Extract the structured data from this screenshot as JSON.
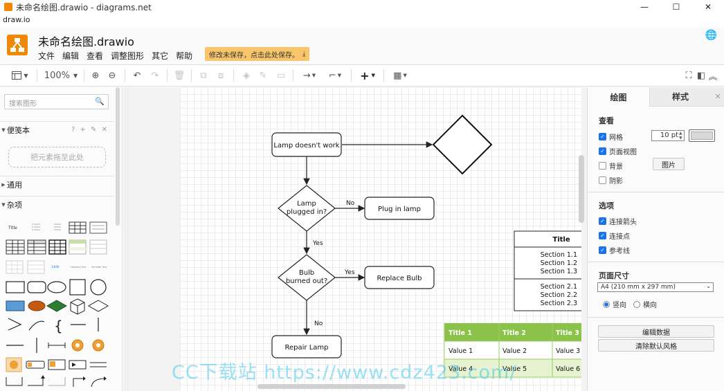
{
  "window": {
    "title": "未命名绘图.drawio - diagrams.net",
    "address": "draw.io",
    "min": "—",
    "max": "☐",
    "close": "✕"
  },
  "header": {
    "doc_title": "未命名绘图.drawio",
    "menu": [
      "文件",
      "编辑",
      "查看",
      "调整图形",
      "其它",
      "帮助"
    ],
    "unsaved_notice": "修改未保存，点击此处保存。"
  },
  "toolbar": {
    "zoom": "100%"
  },
  "sidebar": {
    "search_placeholder": "搜索图形",
    "scratchpad": "便笺本",
    "scratchpad_controls": "? + ✎ ✕",
    "dropzone": "把元素拖至此处",
    "general": "通用",
    "misc": "杂项",
    "shape_title_label": "Title",
    "shape_link_label": "Link",
    "shape_heading_label": "Heading Text",
    "shape_variable_label": "Variable Text"
  },
  "diagram": {
    "start": "Lamp doesn't work",
    "q1_line1": "Lamp",
    "q1_line2": "plugged in?",
    "no1": "No",
    "action1": "Plug in lamp",
    "yes1": "Yes",
    "q2_line1": "Bulb",
    "q2_line2": "burned out?",
    "yes2": "Yes",
    "action2": "Replace Bulb",
    "no2": "No",
    "end": "Repair Lamp",
    "list_title": "Title",
    "list_items": [
      "Section 1.1",
      "Section 1.2",
      "Section 1.3",
      "Section 2.1",
      "Section 2.2",
      "Section 2.3"
    ],
    "table_headers": [
      "Title 1",
      "Title 2",
      "Title 3"
    ],
    "table_rows": [
      [
        "Value 1",
        "Value 2",
        "Value 3"
      ],
      [
        "Value 4",
        "Value 5",
        "Value 6"
      ]
    ],
    "table_header_color": "#8bc34a",
    "table_alt_color": "#e6f2d0"
  },
  "right_panel": {
    "tab_diagram": "绘图",
    "tab_style": "样式",
    "tab_close": "✕",
    "view_heading": "查看",
    "grid": "网格",
    "grid_size": "10 pt",
    "page_view": "页面视图",
    "background": "背景",
    "image_button": "图片",
    "shadow": "阴影",
    "options_heading": "选项",
    "connection_arrows": "连接箭头",
    "connection_points": "连接点",
    "guides": "参考线",
    "page_size_heading": "页面尺寸",
    "page_size_value": "A4 (210 mm x 297 mm)",
    "portrait": "竖向",
    "landscape": "横向",
    "edit_data": "编辑数据",
    "clear_default_style": "清除默认风格"
  },
  "watermark": "CC下载站  https://www.cdz423.com/"
}
